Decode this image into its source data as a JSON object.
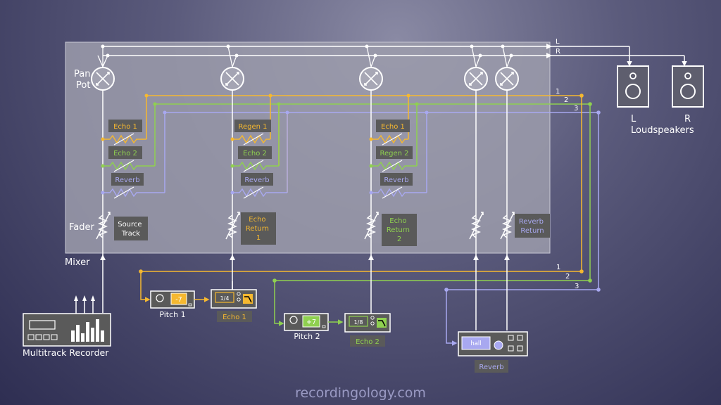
{
  "labels": {
    "pan_pot": [
      "Pan",
      "Pot"
    ],
    "fader": "Fader",
    "mixer": "Mixer",
    "bus_left": "L",
    "bus_right": "R",
    "aux_1": "1",
    "aux_2": "2",
    "aux_3": "3",
    "speaker_left": "L",
    "speaker_right": "R",
    "loudspeakers": "Loudspeakers",
    "multitrack": "Multitrack Recorder",
    "footer": "recordingology.com"
  },
  "channels": [
    {
      "id": "source",
      "sends": [
        "Echo 1",
        "Echo 2",
        "Reverb"
      ],
      "fader_label": [
        "Source",
        "Track"
      ],
      "fader_color": "#ffffff"
    },
    {
      "id": "echo-return-1",
      "sends": [
        "Regen 1",
        "Echo 2",
        "Reverb"
      ],
      "fader_label": [
        "Echo",
        "Return",
        "1"
      ],
      "fader_color": "#f5b830"
    },
    {
      "id": "echo-return-2",
      "sends": [
        "Echo 1",
        "Regen 2",
        "Reverb"
      ],
      "fader_label": [
        "Echo",
        "Return",
        "2"
      ],
      "fader_color": "#8fd050"
    },
    {
      "id": "reverb-return-a",
      "sends": [],
      "fader_label": [],
      "fader_color": "#ffffff"
    },
    {
      "id": "reverb-return-b",
      "sends": [],
      "fader_label": [
        "Reverb",
        "Return"
      ],
      "fader_color": "#a8a8f0"
    }
  ],
  "devices": {
    "pitch1": {
      "name": "Pitch 1",
      "value": "-7"
    },
    "echo1": {
      "name": "Echo 1",
      "value": "1/4"
    },
    "pitch2": {
      "name": "Pitch 2",
      "value": "+7"
    },
    "echo2": {
      "name": "Echo 2",
      "value": "1/8"
    },
    "reverb": {
      "name": "Reverb",
      "value": "hall"
    }
  },
  "colors": {
    "aux1": "#f5b830",
    "aux2": "#8fd050",
    "aux3": "#a8a8f0",
    "mixer_fill": "#9a9aa8",
    "line": "#ffffff"
  }
}
